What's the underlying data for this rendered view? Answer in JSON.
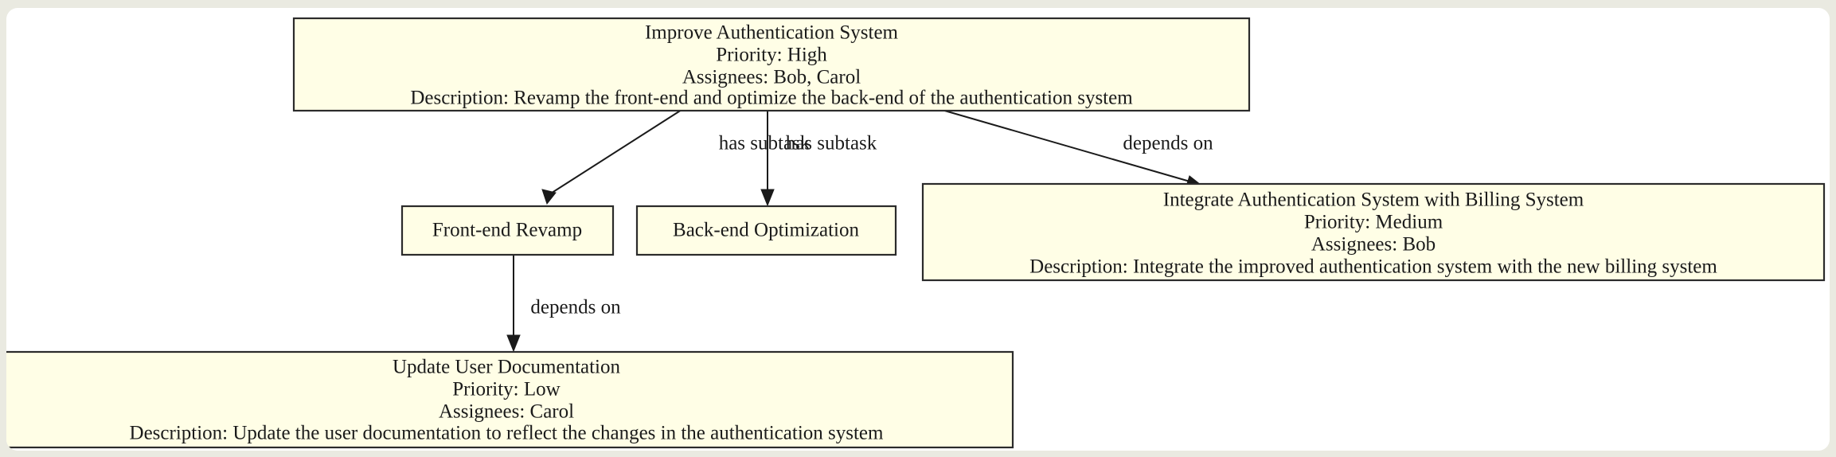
{
  "diagram": {
    "type": "task-dependency-graph",
    "background_color": "#eaeae1",
    "canvas_color": "#ffffff",
    "node_fill": "#fffee6",
    "node_stroke": "#2b2b2b",
    "edge_color": "#1a1a1a",
    "nodes": [
      {
        "id": "improve-auth",
        "lines": [
          "Improve Authentication System",
          "Priority: High",
          "Assignees: Bob, Carol",
          "Description: Revamp the front-end and optimize the back-end of the authentication system"
        ]
      },
      {
        "id": "front-end-revamp",
        "lines": [
          "Front-end Revamp"
        ]
      },
      {
        "id": "back-end-optimization",
        "lines": [
          "Back-end Optimization"
        ]
      },
      {
        "id": "integrate-billing",
        "lines": [
          "Integrate Authentication System with Billing System",
          "Priority: Medium",
          "Assignees: Bob",
          "Description: Integrate the improved authentication system with the new billing system"
        ]
      },
      {
        "id": "update-user-docs",
        "lines": [
          "Update User Documentation",
          "Priority: Low",
          "Assignees: Carol",
          "Description: Update the user documentation to reflect the changes in the authentication system"
        ]
      }
    ],
    "edges": [
      {
        "id": "edge-improve-auth-to-front-end-revamp",
        "label": "has subtask"
      },
      {
        "id": "edge-improve-auth-to-back-end-optimization",
        "label": "has subtask"
      },
      {
        "id": "edge-improve-auth-to-integrate-billing",
        "label": "depends on"
      },
      {
        "id": "edge-front-end-revamp-to-update-user-docs",
        "label": "depends on"
      }
    ]
  }
}
